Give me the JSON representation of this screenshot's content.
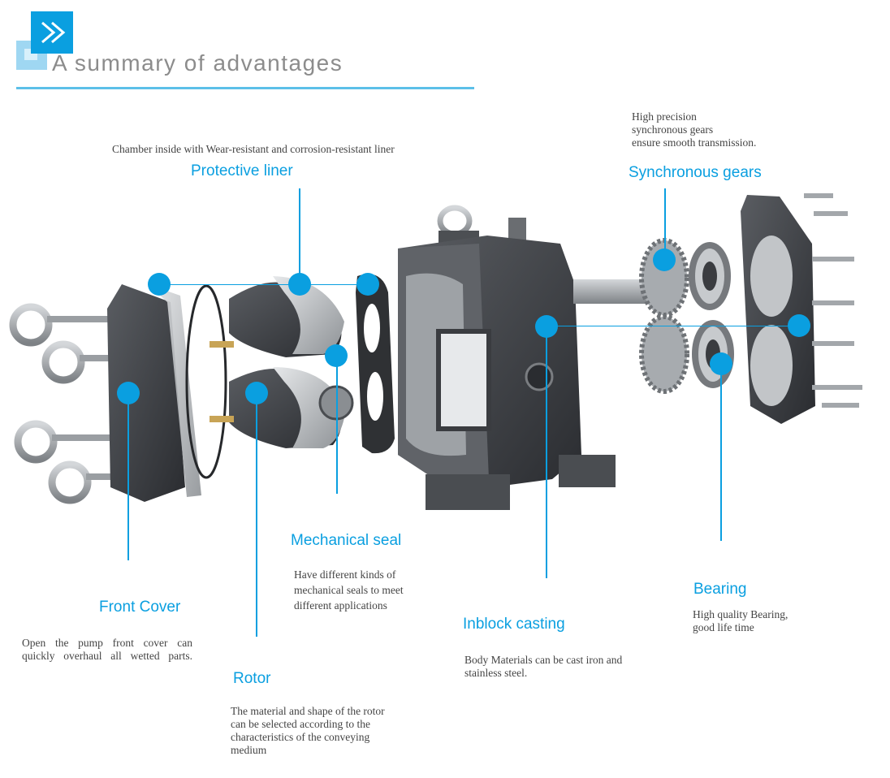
{
  "header": {
    "title": "A summary of advantages",
    "icon": "double-chevron-right-icon"
  },
  "colors": {
    "accent": "#0a9fe0",
    "rule": "#5cc0e8",
    "text": "#444444",
    "title": "#8c8c8c",
    "metal_dark": "#3c3e42",
    "metal_light": "#b8bcc0"
  },
  "callouts": {
    "protective_liner": {
      "label": "Protective liner",
      "desc": "Chamber inside with Wear-resistant and corrosion-resistant liner"
    },
    "synchronous_gears": {
      "label": "Synchronous gears",
      "desc": "High precision\nsynchronous gears\nensure smooth transmission."
    },
    "mechanical_seal": {
      "label": "Mechanical seal",
      "desc": "Have different kinds of\nmechanical seals to meet\ndifferent applications"
    },
    "front_cover": {
      "label": "Front Cover",
      "desc": "Open the pump front cover can\nquickly overhaul all wetted parts."
    },
    "rotor": {
      "label": "Rotor",
      "desc": "The material and shape of the rotor\ncan be selected according to the\ncharacteristics of the conveying\nmedium"
    },
    "inblock_casting": {
      "label": "Inblock casting",
      "desc": "Body Materials can be cast iron and\nstainless steel."
    },
    "bearing": {
      "label": "Bearing",
      "desc": "High quality Bearing,\ngood life time"
    }
  },
  "illustration": {
    "subject": "exploded-lobe-pump"
  }
}
